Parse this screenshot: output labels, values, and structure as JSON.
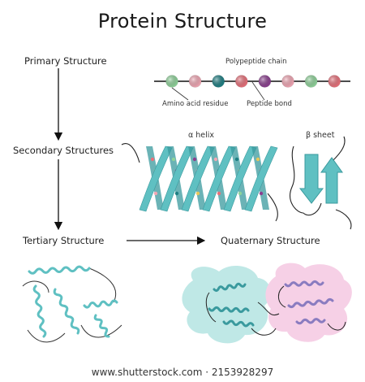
{
  "title": "Protein Structure",
  "levels": {
    "primary": "Primary Structure",
    "secondary": "Secondary Structures",
    "tertiary": "Tertiary Structure",
    "quaternary": "Quaternary Structure"
  },
  "labels": {
    "polypeptide_chain": "Polypeptide chain",
    "amino_acid_residue": "Amino acid residue",
    "peptide_bond": "Peptide bond",
    "alpha_helix": "α helix",
    "beta_sheet": "β sheet"
  },
  "footer": "www.shutterstock.com · 2153928297",
  "colors": {
    "helix": "#5fc0c2",
    "helix_dark": "#3a9a9e",
    "beads": [
      "#8fd39a",
      "#f2a7b4",
      "#1f7f83",
      "#e8707a",
      "#8b3f8f",
      "#f2a7b4",
      "#8fd39a",
      "#e8707a"
    ],
    "blob_teal": "#bfe8e6",
    "blob_pink": "#f6d0e6",
    "coil_purple": "#8a7cc0"
  }
}
